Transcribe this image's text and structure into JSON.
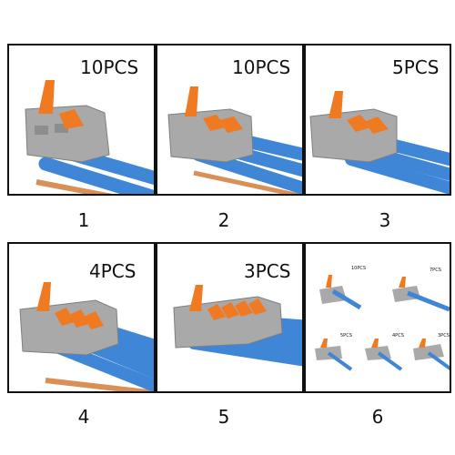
{
  "panels": [
    {
      "label": "10PCS",
      "number": "1",
      "levers": 2
    },
    {
      "label": "10PCS",
      "number": "2",
      "levers": 3
    },
    {
      "label": "5PCS",
      "number": "3",
      "levers": 3
    },
    {
      "label": "4PCS",
      "number": "4",
      "levers": 4
    },
    {
      "label": "3PCS",
      "number": "5",
      "levers": 5
    },
    {
      "number": "6",
      "thumbnails": [
        {
          "label": "10PCS"
        },
        {
          "label": "7PCS"
        },
        {
          "label": "5PCS"
        },
        {
          "label": "4PCS"
        },
        {
          "label": "3PCS"
        }
      ]
    }
  ],
  "colors": {
    "lever": "#f07a22",
    "wire": "#3f86d6",
    "body": "#a9a9a9",
    "copper": "#d98f55"
  }
}
